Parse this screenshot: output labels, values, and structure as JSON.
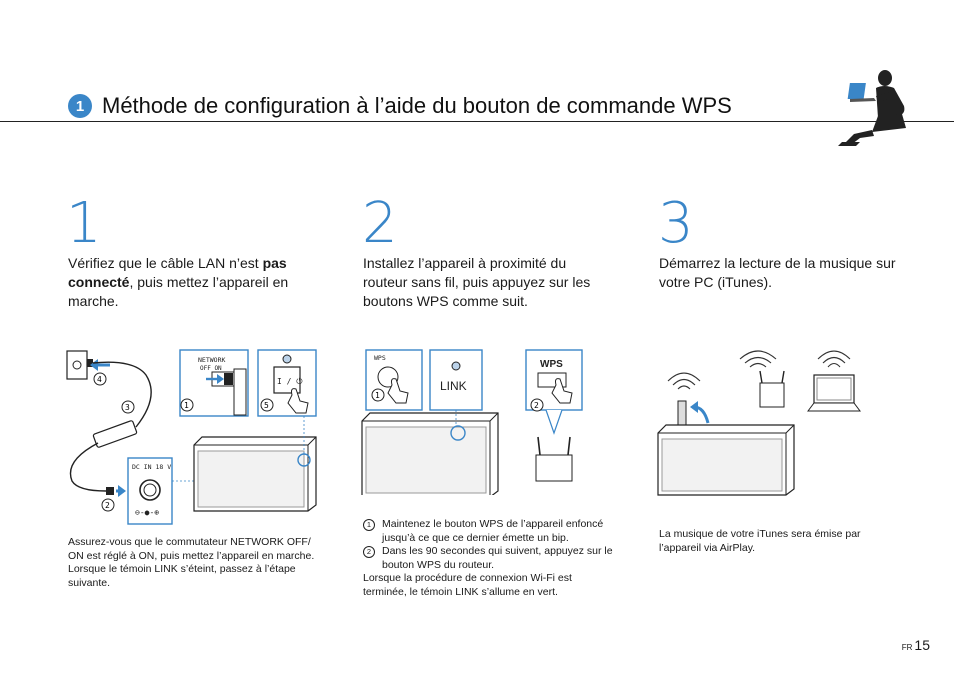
{
  "header": {
    "section_number": "1",
    "title": "Méthode de configuration à l’aide du bouton de commande WPS"
  },
  "steps": [
    {
      "number": "1",
      "text_before": "Vérifiez que le câble LAN n’est ",
      "text_bold": "pas connecté",
      "text_after": ", puis mettez l’appareil en marche.",
      "note": "Assurez-vous que le commutateur NETWORK OFF/ ON est réglé à ON, puis mettez l’appareil en marche. Lorsque le témoin LINK s’éteint, passez à l’étape suivante.",
      "illustration": {
        "switch_label": "NETWORK",
        "switch_off": "OFF",
        "switch_on": "ON",
        "power_label": "I / ⏻",
        "dc_label": "DC IN 18 V",
        "callouts": [
          "①",
          "⑤",
          "④",
          "③",
          "②"
        ]
      }
    },
    {
      "number": "2",
      "text": "Installez l’appareil à proximité du routeur sans fil, puis appuyez sur les boutons WPS comme suit.",
      "illustration": {
        "wps_label": "WPS",
        "link_label": "LINK",
        "router_wps_label": "WPS",
        "callouts": [
          "①",
          "②"
        ]
      },
      "list": [
        {
          "bullet": "1",
          "text": "Maintenez le bouton WPS de l’appareil enfoncé jusqu’à ce que ce dernier émette un bip."
        },
        {
          "bullet": "2",
          "text": "Dans les 90 secondes qui suivent, appuyez sur le bouton WPS du routeur."
        }
      ],
      "note": "Lorsque la procédure de connexion Wi-Fi est terminée, le témoin LINK s’allume en vert."
    },
    {
      "number": "3",
      "text": "Démarrez la lecture de la musique sur votre PC (iTunes).",
      "note": "La musique de votre iTunes sera émise par l’appareil via AirPlay."
    }
  ],
  "footer": {
    "lang": "FR",
    "page": "15"
  },
  "colors": {
    "accent": "#3a86c8",
    "text": "#1a1a1a"
  }
}
